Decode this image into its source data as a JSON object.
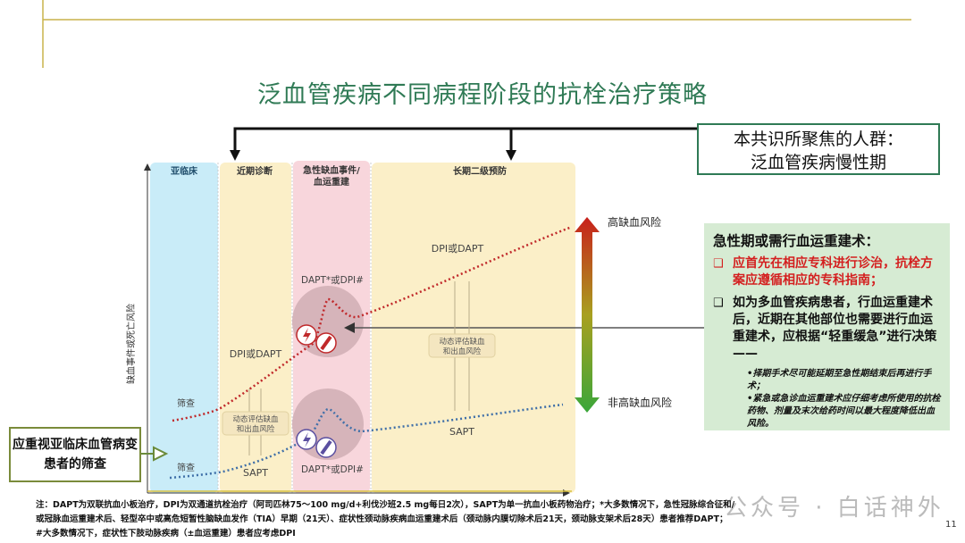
{
  "title": "泛血管疾病不同病程阶段的抗栓治疗策略",
  "focus_box": {
    "line1": "本共识所聚焦的人群：",
    "line2": "泛血管疾病慢性期"
  },
  "phases": [
    "亚临床",
    "近期诊断",
    "急性缺血事件/",
    "血运重建",
    "长期二级预防"
  ],
  "y_axis_label": "缺血事件或死亡风险",
  "labels": {
    "screen_high": "筛查",
    "screen_low": "筛查",
    "recent_high": "DPI或DAPT",
    "recent_low": "SAPT",
    "acute_high": "DAPT*或DPI#",
    "acute_low": "DAPT*或DPI#",
    "long_high": "DPI或DAPT",
    "long_low": "SAPT",
    "assess_line1": "动态评估缺血",
    "assess_line2": "和出血风险"
  },
  "risk_arrow": {
    "top": "高缺血风险",
    "bottom": "非高缺血风险"
  },
  "green_box": {
    "heading": "急性期或需行血运重建术：",
    "item1": "应首先在相应专科进行诊治，抗栓方案应遵循相应的专科指南；",
    "item2": "如为多血管疾病患者，行血运重建术后，近期在其他部位也需要进行血运重建术，应根据“轻重缓急”进行决策——",
    "sub1": "•择期手术尽可能延期至急性期结束后再进行手术；",
    "sub2": "•紧急或急诊血运重建术应仔细考虑所使用的抗栓药物、剂量及末次给药时间以最大程度降低出血风险。",
    "checkbox": "❑"
  },
  "left_box": "应重视亚临床血管病变患者的筛查",
  "notes": [
    "注：DAPT为双联抗血小板治疗，DPI为双通道抗栓治疗（阿司匹林75～100 mg/d+利伐沙班2.5 mg每日2次），SAPT为单一抗血小板药物治疗；*大多数情况下，急性冠脉综合征和/",
    "或冠脉血运重建术后、轻型卒中或高危短暂性脑缺血发作（TIA）早期（21天）、症状性颈动脉疾病血运重建术后（颈动脉内膜切除术后21天，颈动脉支架术后28天）患者推荐DAPT；",
    "#大多数情况下，症状性下肢动脉疾病（±血运重建）患者应考虑DPI"
  ],
  "page_number": "11",
  "watermark": "公众号 · 白话神外",
  "colors": {
    "title": "#2f7a55",
    "red_curve": "#c0282a",
    "blue_curve": "#3f6fa8",
    "subclinical": "#c9ecf8",
    "recent": "#fbefc8",
    "acute": "#f8d6dc"
  }
}
